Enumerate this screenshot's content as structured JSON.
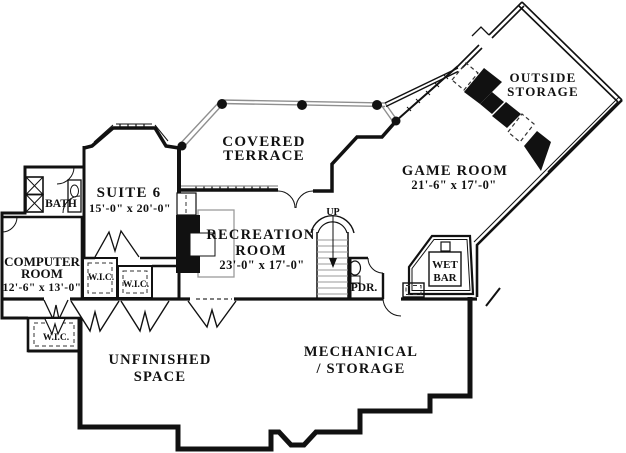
{
  "plan": {
    "type": "basement floor plan drawing",
    "colors": {
      "walls": "#111111",
      "deck_edge": "#8f8f8f",
      "background": "#ffffff"
    }
  },
  "rooms": {
    "covered_terrace": {
      "lines": [
        "COVERED",
        "TERRACE"
      ]
    },
    "outside_storage": {
      "lines": [
        "OUTSIDE",
        "STORAGE"
      ]
    },
    "game_room": {
      "name": "GAME ROOM",
      "dims": "21'-6\" x 17'-0\""
    },
    "suite6": {
      "name": "SUITE 6",
      "dims": "15'-0\" x 20'-0\""
    },
    "bath": {
      "name": "BATH"
    },
    "computer_room": {
      "lines": [
        "COMPUTER",
        "ROOM"
      ],
      "dims": "12'-6\" x 13'-0\""
    },
    "recreation_room": {
      "lines": [
        "RECREATION",
        "ROOM"
      ],
      "dims": "23'-0\" x 17'-0\""
    },
    "mechanical": {
      "lines": [
        "MECHANICAL",
        "/ STORAGE"
      ]
    },
    "unfinished": {
      "lines": [
        "UNFINISHED",
        "SPACE"
      ]
    },
    "wet_bar": {
      "lines": [
        "WET",
        "BAR"
      ]
    },
    "powder_room": {
      "name": "PDR."
    },
    "stairs": {
      "label": "UP"
    },
    "closets": [
      {
        "name": "W.I.C."
      },
      {
        "name": "W.I.C."
      },
      {
        "name": "W.I.C."
      }
    ]
  }
}
